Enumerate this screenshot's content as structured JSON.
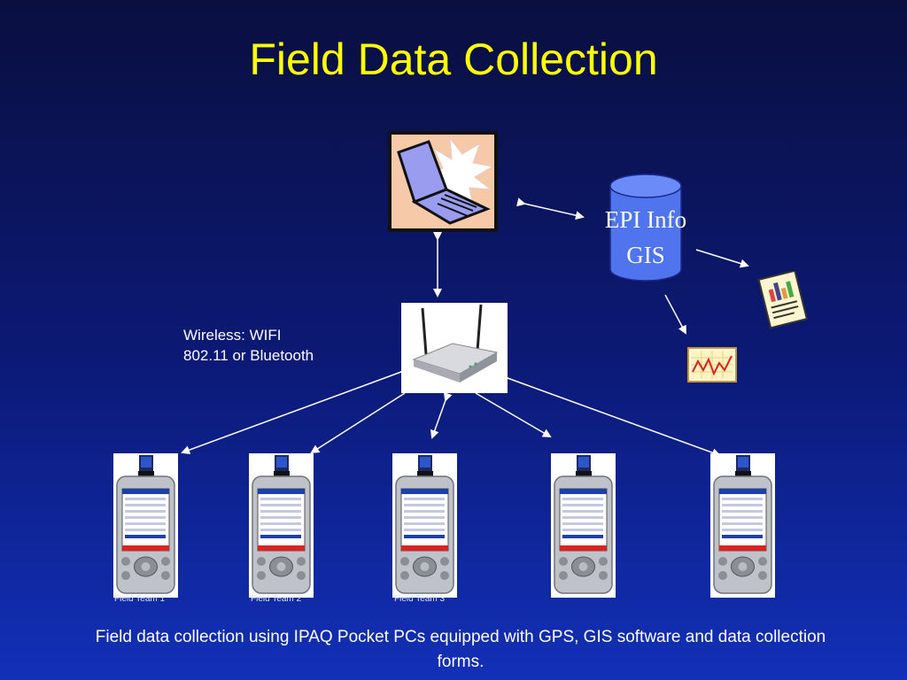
{
  "title": "Field Data Collection",
  "database": {
    "line1": "EPI Info",
    "line2": "GIS"
  },
  "wireless": {
    "line1": "Wireless: WIFI",
    "line2": "802.11 or Bluetooth"
  },
  "devices": [
    {
      "label": "Field Team 1"
    },
    {
      "label": "Field Team 2"
    },
    {
      "label": "Field Team 3"
    },
    {
      "label": ""
    },
    {
      "label": ""
    }
  ],
  "icons": {
    "laptop": "laptop-icon",
    "database": "database-cylinder-icon",
    "router": "wireless-router-icon",
    "report": "report-document-icon",
    "chart": "line-chart-icon",
    "pda": "pocket-pc-icon"
  },
  "colors": {
    "title": "#ffff00",
    "text": "#ffffff",
    "database_fill": "#4f74ee",
    "arrow": "#ffffff"
  },
  "caption": "Field data collection using IPAQ Pocket PCs equipped with GPS, GIS software and data collection forms."
}
